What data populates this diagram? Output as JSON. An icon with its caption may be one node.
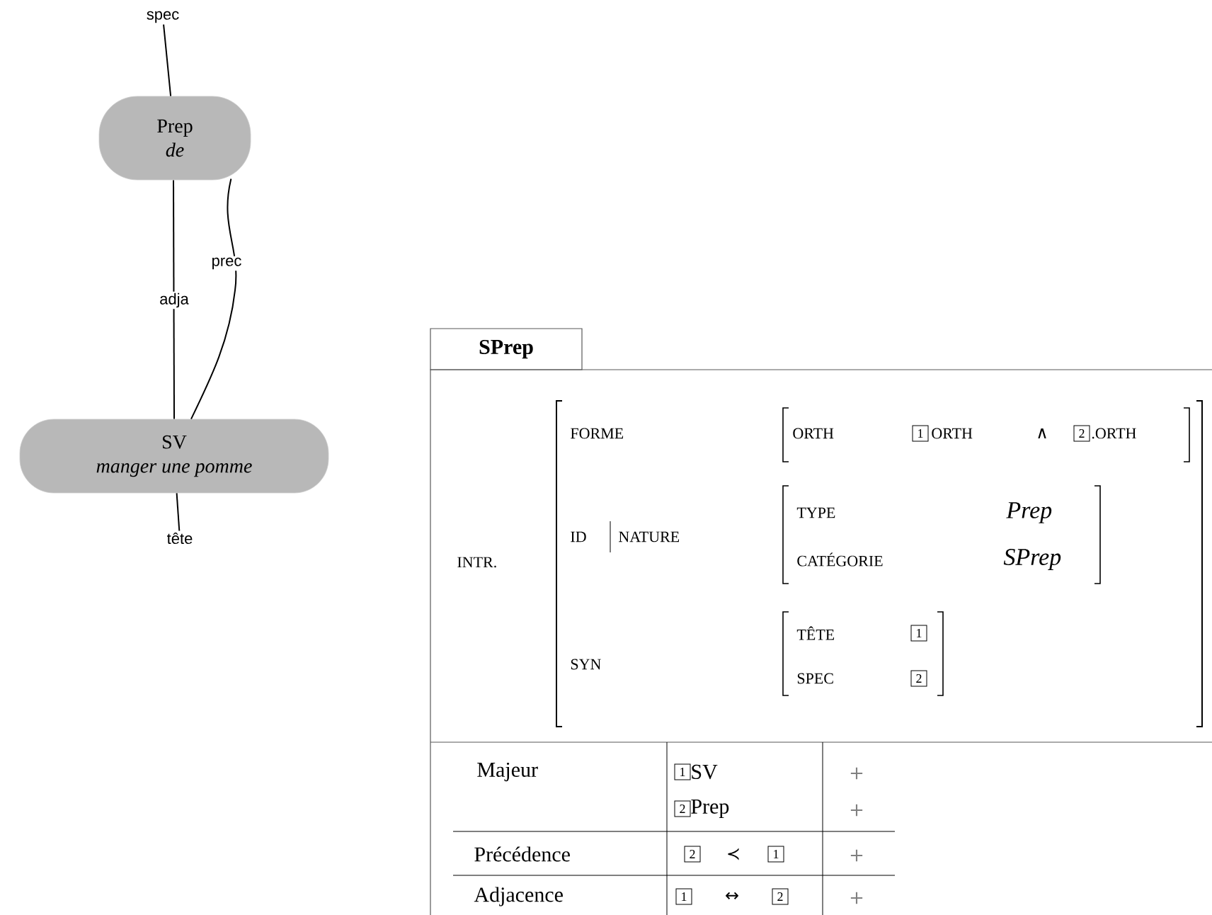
{
  "diagram": {
    "nodes": [
      {
        "text": [
          "spec"
        ]
      },
      {
        "text": [
          "Prep",
          "de"
        ]
      },
      {
        "text": [
          "SV",
          "manger une pomme"
        ]
      },
      {
        "text": [
          "tête"
        ]
      },
      {
        "text": [
          "SPrep"
        ]
      }
    ],
    "edges": [
      {
        "from": 0,
        "to": 1,
        "arrow": "none"
      },
      {
        "from": 1,
        "to": 2,
        "arrow": "none",
        "label": "adja"
      },
      {
        "from": 1,
        "to": 2,
        "arrow": "none",
        "label": "prec"
      },
      {
        "from": 2,
        "to": 3,
        "arrow": "none"
      }
    ],
    "labels": [
      "INTR.",
      "FORME",
      "ORTH",
      "1",
      "ORTH",
      "∧",
      "2",
      ".ORTH",
      "ID",
      "NATURE",
      "TYPE",
      "Prep",
      "CATÉGORIE",
      "SPrep",
      "SYN",
      "TÊTE",
      "1",
      "SPEC",
      "2",
      "Majeur",
      "1",
      "SV",
      "+",
      "2",
      "Prep",
      "+",
      "Précédence",
      "2",
      "≺",
      "1",
      "+",
      "Adjacence",
      "1",
      "↔",
      "2",
      "+"
    ]
  }
}
